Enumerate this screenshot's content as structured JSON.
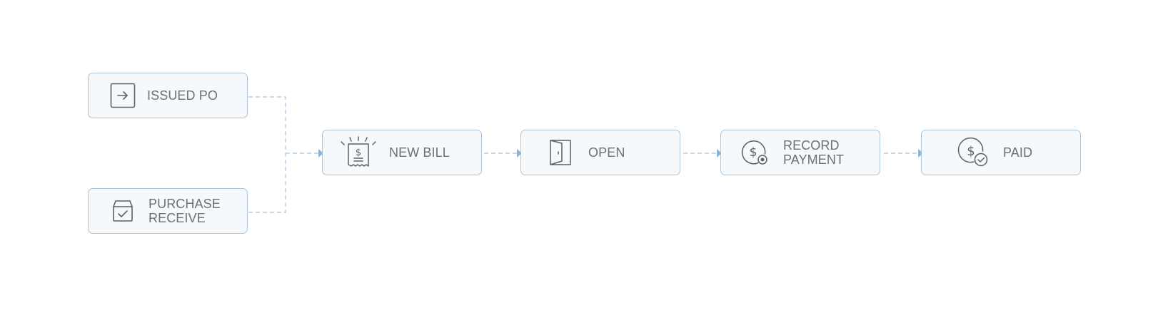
{
  "diagram": {
    "nodes": {
      "issued_po": {
        "label": "ISSUED PO",
        "icon": "arrow-right-square-icon"
      },
      "purchase_receive": {
        "line1": "PURCHASE",
        "line2": "RECEIVE",
        "icon": "box-check-icon"
      },
      "new_bill": {
        "label": "NEW BILL",
        "icon": "receipt-dollar-icon"
      },
      "open": {
        "label": "OPEN",
        "icon": "door-open-icon"
      },
      "record_payment": {
        "line1": "RECORD",
        "line2": "PAYMENT",
        "icon": "dollar-gear-icon"
      },
      "paid": {
        "label": "PAID",
        "icon": "dollar-check-icon"
      }
    },
    "edges": [
      {
        "from": "issued_po",
        "to": "new_bill"
      },
      {
        "from": "purchase_receive",
        "to": "new_bill"
      },
      {
        "from": "new_bill",
        "to": "open"
      },
      {
        "from": "open",
        "to": "record_payment"
      },
      {
        "from": "record_payment",
        "to": "paid"
      }
    ],
    "colors": {
      "node_border": "#a9c5de",
      "node_fill": "#f6f9fc",
      "connector": "#b9cde0",
      "arrowhead": "#8db2d3",
      "label_text": "#6f6f6f",
      "icon_stroke": "#5f5f5f"
    }
  }
}
